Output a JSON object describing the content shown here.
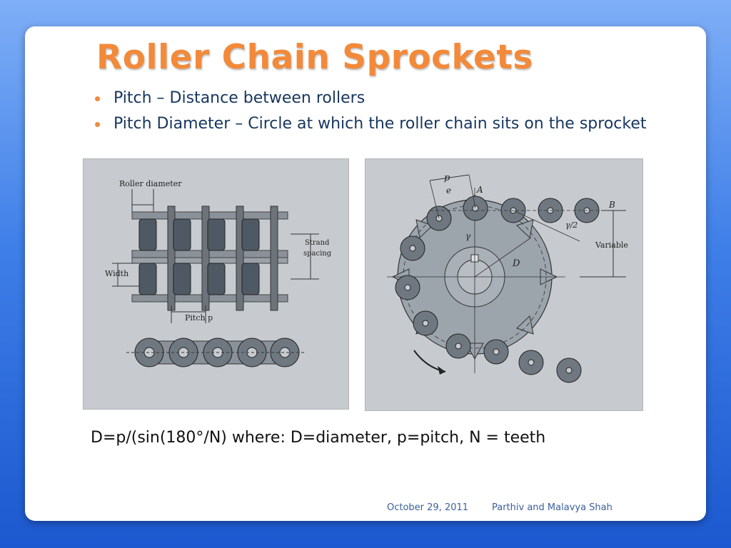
{
  "slide": {
    "title": "Roller Chain Sprockets",
    "bullets": [
      "Pitch – Distance between rollers",
      "Pitch Diameter – Circle at which the roller chain sits on the sprocket"
    ],
    "formula": "D=p/(sin(180°/N) where: D=diameter, p=pitch, N = teeth",
    "footer": {
      "date": "October 29, 2011",
      "authors": "Parthiv and Malavya Shah"
    }
  },
  "figure_left": {
    "labels": {
      "roller_diameter": "Roller diameter",
      "strand": "Strand",
      "spacing": "spacing",
      "width": "Width",
      "pitch": "Pitch p"
    }
  },
  "figure_right": {
    "labels": {
      "p": "p",
      "e": "e",
      "a": "A",
      "b": "B",
      "gamma": "γ",
      "gamma_half": "γ/2",
      "variable": "Variable",
      "d": "D"
    }
  },
  "colors": {
    "title": "#f28a3a",
    "bullet_text": "#17365d",
    "footer_text": "#3a5f9c",
    "background_top": "#7eaef6",
    "background_bottom": "#1c58cf"
  }
}
